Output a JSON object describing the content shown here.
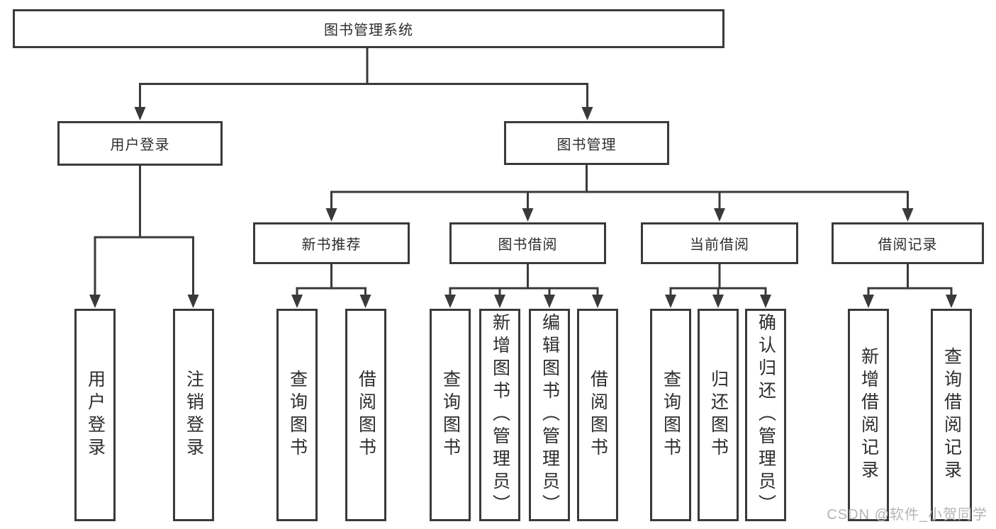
{
  "tree": {
    "root": {
      "label": "图书管理系统"
    },
    "branches": [
      {
        "label": "用户登录",
        "children": [
          {
            "label": "用户登录"
          },
          {
            "label": "注销登录"
          }
        ]
      },
      {
        "label": "图书管理",
        "children": [
          {
            "label": "新书推荐",
            "children": [
              {
                "label": "查询图书"
              },
              {
                "label": "借阅图书"
              }
            ]
          },
          {
            "label": "图书借阅",
            "children": [
              {
                "label": "查询图书"
              },
              {
                "label": "新增图书（管理员）"
              },
              {
                "label": "编辑图书（管理员）"
              },
              {
                "label": "借阅图书"
              }
            ]
          },
          {
            "label": "当前借阅",
            "children": [
              {
                "label": "查询图书"
              },
              {
                "label": "归还图书"
              },
              {
                "label": "确认归还（管理员）"
              }
            ]
          },
          {
            "label": "借阅记录",
            "children": [
              {
                "label": "新增借阅记录"
              },
              {
                "label": "查询借阅记录"
              }
            ]
          }
        ]
      }
    ]
  },
  "colors": {
    "line": "#3a3a3a",
    "text": "#2d2d2d",
    "watermark": "#b5b5b5"
  },
  "watermark": "CSDN @软件_小贺同学"
}
